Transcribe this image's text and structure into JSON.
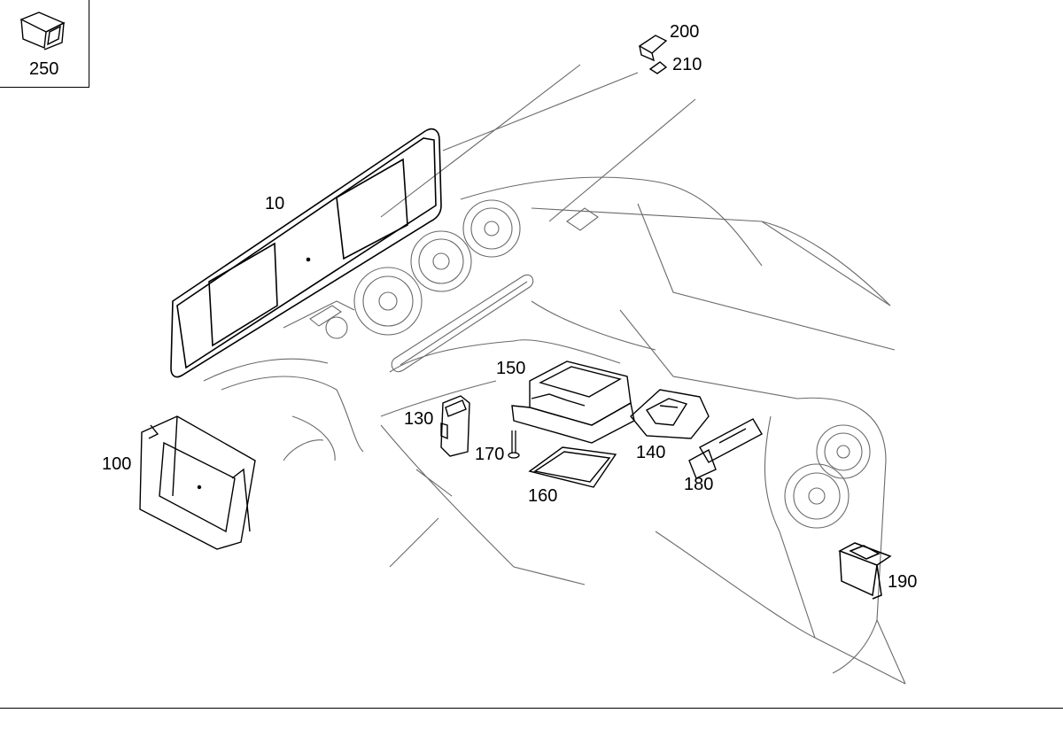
{
  "inset_part": {
    "number": "250",
    "icon": "usb-socket-icon"
  },
  "callouts": [
    {
      "id": "10",
      "text": "10",
      "part": "instrument-cluster-display"
    },
    {
      "id": "100",
      "text": "100",
      "part": "control-unit"
    },
    {
      "id": "130",
      "text": "130",
      "part": "switch"
    },
    {
      "id": "140",
      "text": "140",
      "part": "touchpad-holder"
    },
    {
      "id": "150",
      "text": "150",
      "part": "touchpad-control-unit"
    },
    {
      "id": "160",
      "text": "160",
      "part": "trim-cover"
    },
    {
      "id": "170",
      "text": "170",
      "part": "screw"
    },
    {
      "id": "180",
      "text": "180",
      "part": "switch-panel"
    },
    {
      "id": "190",
      "text": "190",
      "part": "usb-socket"
    },
    {
      "id": "200",
      "text": "200",
      "part": "sensor"
    },
    {
      "id": "210",
      "text": "210",
      "part": "bracket"
    }
  ],
  "colors": {
    "line": "#000000",
    "light_line": "#555555",
    "background": "#ffffff"
  }
}
